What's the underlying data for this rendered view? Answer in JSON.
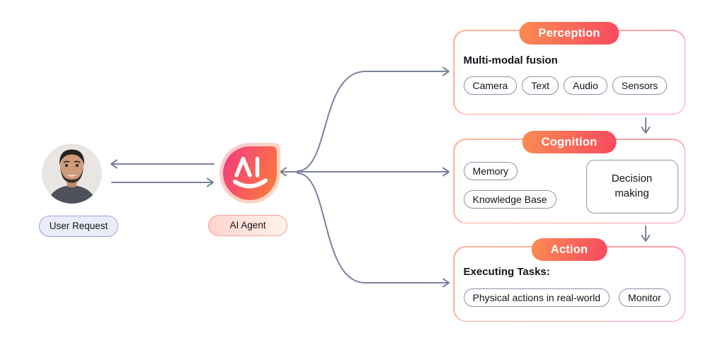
{
  "colors": {
    "line": "#7A839B",
    "pill_border": "#8A93A8",
    "text": "#14141B",
    "hdr_a": "#FB8C52",
    "hdr_b": "#F8495F",
    "box_a": "#FFB79B",
    "box_b": "#FF96A9"
  },
  "user": {
    "label": "User Request"
  },
  "agent": {
    "label": "AI Agent",
    "logo_letters": "AI"
  },
  "perception": {
    "title": "Perception",
    "subtitle": "Multi-modal fusion",
    "pills": [
      "Camera",
      "Text",
      "Audio",
      "Sensors"
    ]
  },
  "cognition": {
    "title": "Cognition",
    "pills": [
      "Memory",
      "Knowledge Base"
    ],
    "decision": "Decision making"
  },
  "action": {
    "title": "Action",
    "subtitle": "Executing Tasks:",
    "pills": [
      "Physical actions in real-world",
      "Monitor"
    ]
  }
}
